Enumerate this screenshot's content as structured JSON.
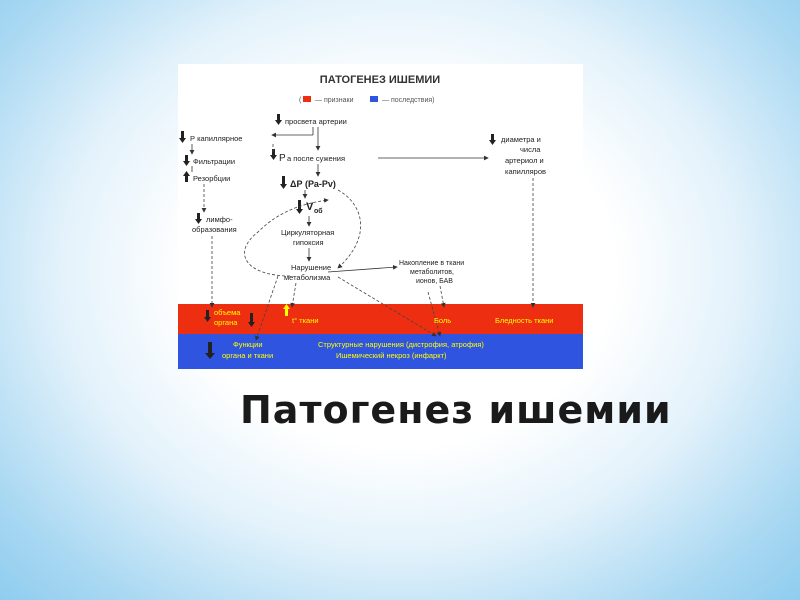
{
  "slide_title": "Патогенез ишемии",
  "diagram": {
    "title": "ПАТОГЕНЕЗ ИШЕМИИ",
    "legend": {
      "open": "(",
      "signs": "— признаки",
      "consequences": "— последствия)"
    },
    "colors": {
      "signs": "#ee2e10",
      "consequences": "#2f55e0",
      "strip_text": "#ffff00"
    },
    "nodes": {
      "artery_lumen": "просвета артерии",
      "p_capillary": "Р капиллярное",
      "p_after": "а после сужения",
      "p_after_prefix": "Р",
      "delta_p": "ΔР (Ра-Рv)",
      "v_ob": "V",
      "v_ob_sub": "об",
      "filtration": "Фильтрации",
      "resorption": "Резорбции",
      "lymph_1": "лимфо-",
      "lymph_2": "образования",
      "diameter_1": "диаметра и",
      "diameter_2": "числа",
      "diameter_3": "артериол и",
      "diameter_4": "капилляров",
      "hypoxia_1": "Циркуляторная",
      "hypoxia_2": "гипоксия",
      "metab_1": "Нарушение",
      "metab_2": "метаболизма",
      "accum_1": "Накопление в ткани",
      "accum_2": "метаболитов,",
      "accum_3": "ионов, БАВ"
    },
    "signs_strip": {
      "volume_1": "объема",
      "volume_2": "органа",
      "temperature": "t° ткани",
      "pain": "Боль",
      "pallor": "Бледность ткани"
    },
    "consequences_strip": {
      "function_1": "Функции",
      "function_2": "органа и ткани",
      "structural": "Структурные нарушения (дистрофия, атрофия)",
      "necrosis": "Ишемический некроз (инфаркт)"
    }
  }
}
